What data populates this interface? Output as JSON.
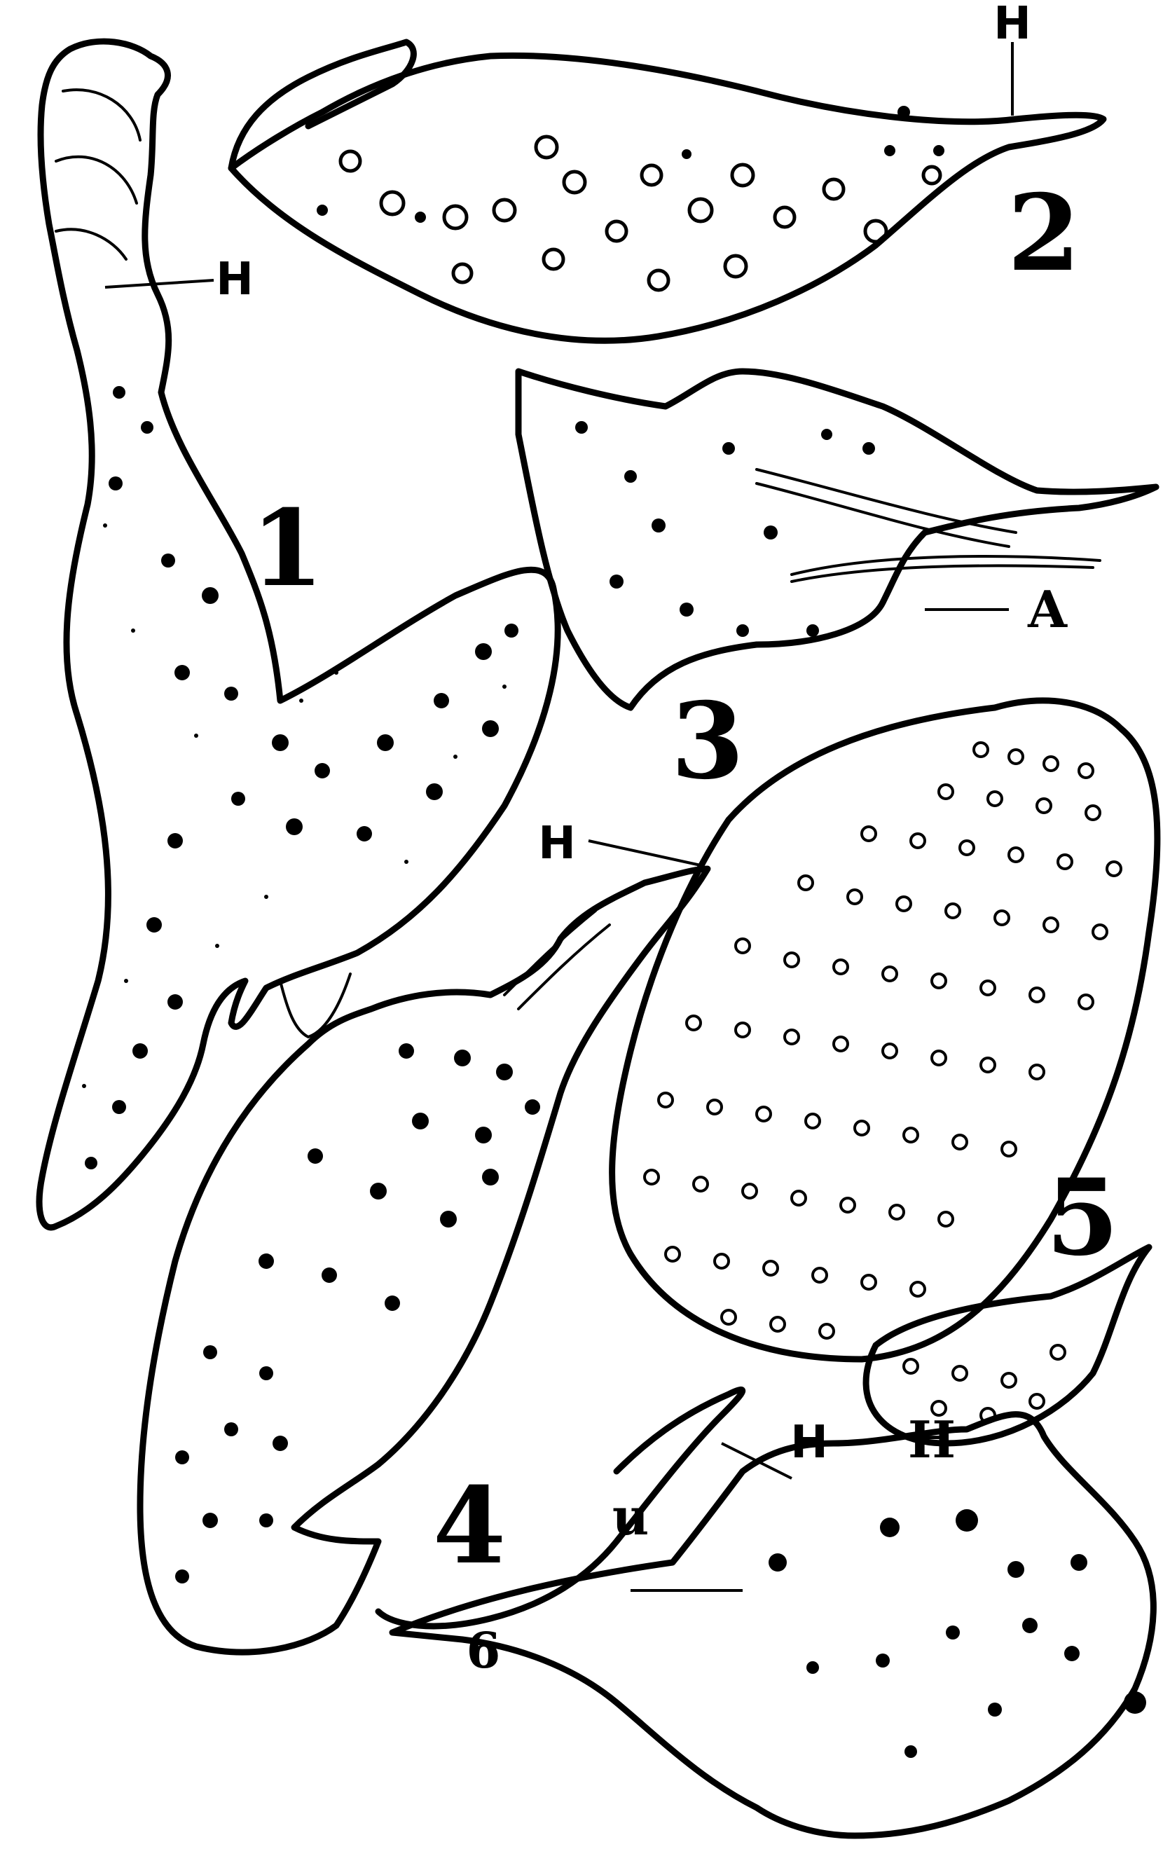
{
  "figures": {
    "fig1": {
      "number": "1"
    },
    "fig2": {
      "number": "2"
    },
    "fig3": {
      "number": "3"
    },
    "fig4": {
      "number": "4"
    },
    "fig5": {
      "number": "5"
    },
    "fig6": {
      "number": "6"
    }
  },
  "labels": {
    "h_fig1": "H",
    "h_fig2": "H",
    "a_fig3": "A",
    "h_fig4_top": "H",
    "h_fig5": "H",
    "h_fig6": "H",
    "n_fig6": "H",
    "small_label": "u"
  }
}
